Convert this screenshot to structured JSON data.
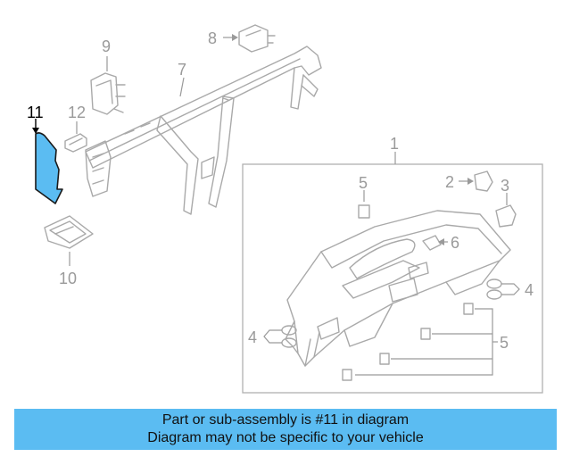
{
  "diagram": {
    "callouts": {
      "c1": "1",
      "c2": "2",
      "c3": "3",
      "c4a": "4",
      "c4b": "4",
      "c5a": "5",
      "c5b": "5",
      "c6": "6",
      "c7": "7",
      "c8": "8",
      "c9": "9",
      "c10": "10",
      "c11": "11",
      "c12": "12"
    },
    "highlighted_part": "11",
    "colors": {
      "highlight": "#5bbcf2",
      "line": "#a9a9a9",
      "caption_bg": "#5bbcf2"
    }
  },
  "caption": {
    "line1": "Part or sub-assembly is #11 in diagram",
    "line2": "Diagram may not be specific to your vehicle"
  }
}
